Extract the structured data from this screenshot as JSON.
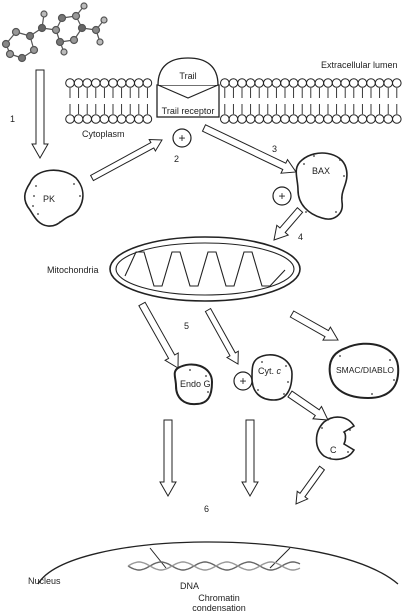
{
  "labels": {
    "extracellular": "Extracellular lumen",
    "cytoplasm": "Cytoplasm",
    "trail": "Trail",
    "trail_receptor": "Trail receptor",
    "pk": "PK",
    "bax": "BAX",
    "mitochondria": "Mitochondria",
    "endo_g": "Endo G",
    "cyt_c": "Cyt.",
    "cyt_c_italic": "c",
    "smac": "SMAC/DIABLO",
    "c": "C",
    "nucleus": "Nucleus",
    "dna": "DNA",
    "chromatin_line1": "Chromatin",
    "chromatin_line2": "condensation"
  },
  "steps": [
    "1",
    "2",
    "3",
    "4",
    "5",
    "6"
  ],
  "plus_symbol": "+",
  "colors": {
    "line": "#222222",
    "arrow_fill": "#ffffff",
    "dot": "#333333"
  }
}
